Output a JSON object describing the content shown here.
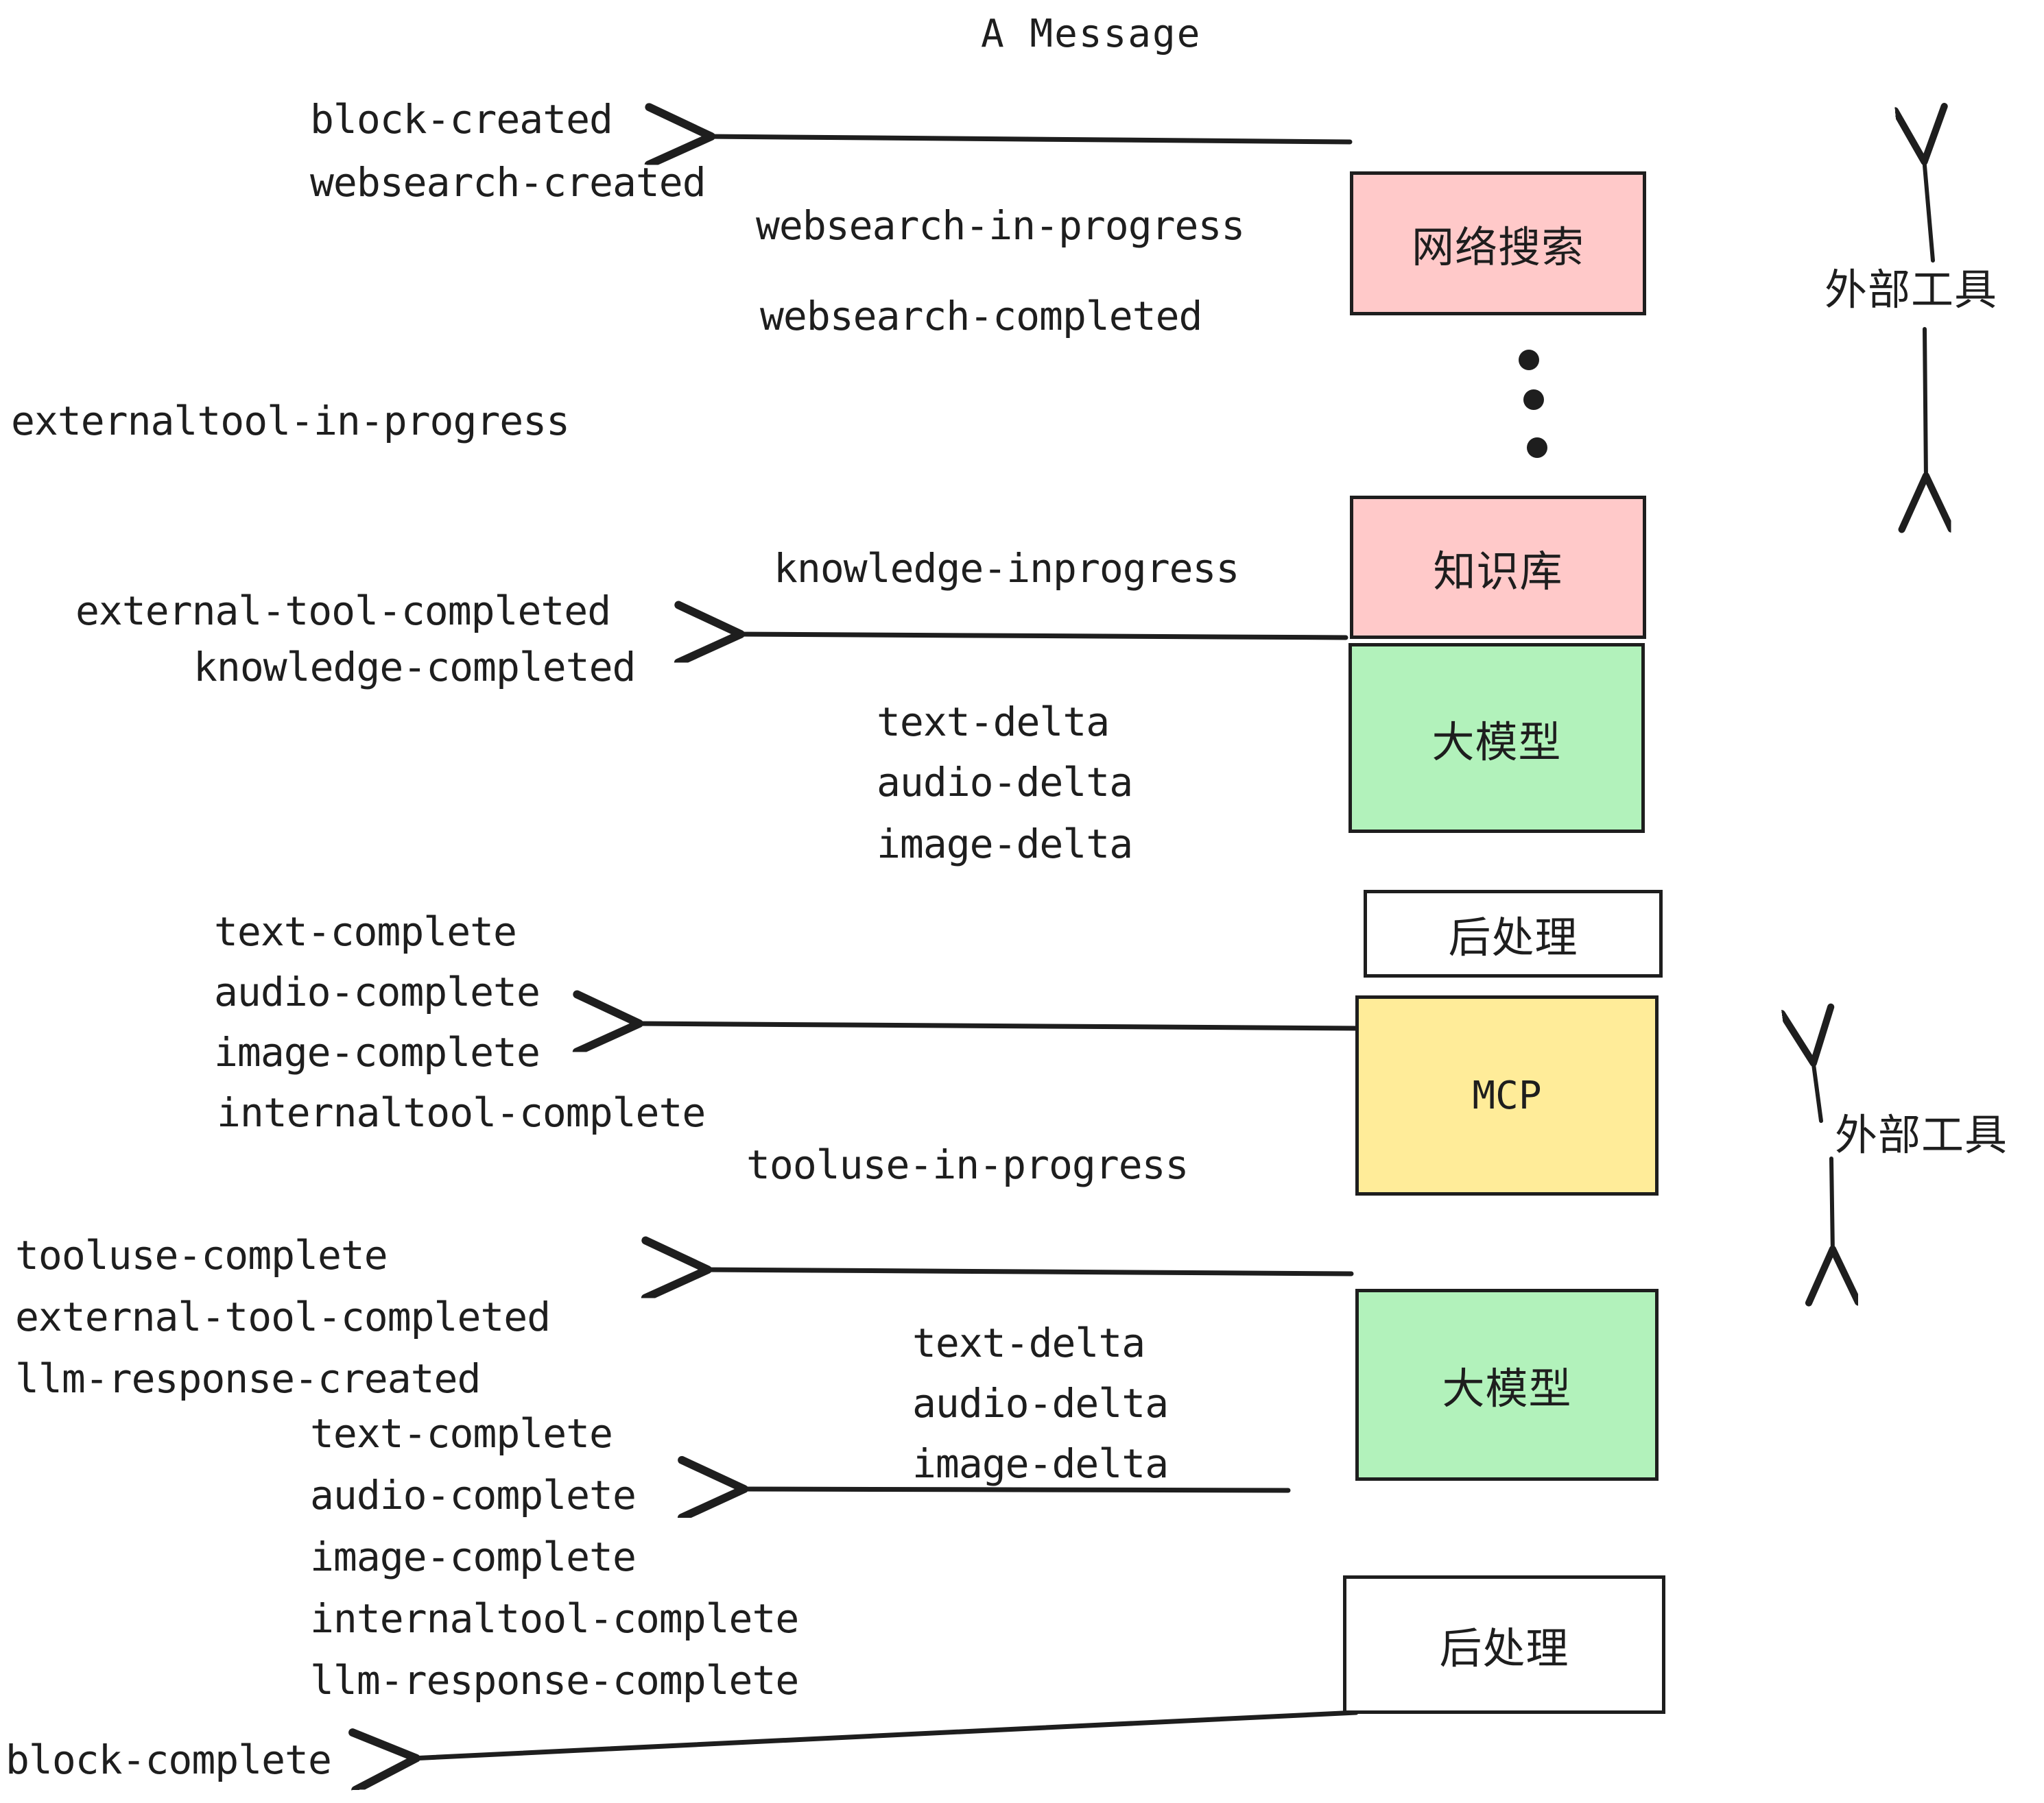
{
  "title": "A Message",
  "colors": {
    "stroke": "#1e1e1e",
    "pink": "#ffc9c9",
    "green": "#b2f2bb",
    "yellow": "#ffec99",
    "white": "#ffffff",
    "background": "#ffffff"
  },
  "boxes": [
    {
      "id": "websearch",
      "label": "网络搜索",
      "fill": "#ffc9c9"
    },
    {
      "id": "knowledge",
      "label": "知识库",
      "fill": "#ffc9c9"
    },
    {
      "id": "llm-top",
      "label": "大模型",
      "fill": "#b2f2bb"
    },
    {
      "id": "postprocess-top",
      "label": "后处理",
      "fill": "#ffffff"
    },
    {
      "id": "mcp",
      "label": "MCP",
      "fill": "#ffec99"
    },
    {
      "id": "llm-bottom",
      "label": "大模型",
      "fill": "#b2f2bb"
    },
    {
      "id": "postprocess-bottom",
      "label": "后处理",
      "fill": "#ffffff"
    }
  ],
  "side_labels": [
    {
      "id": "external-tool-top",
      "label": "外部工具"
    },
    {
      "id": "external-tool-bottom",
      "label": "外部工具"
    }
  ],
  "events": [
    {
      "id": "block-created",
      "text": "block-created"
    },
    {
      "id": "websearch-created",
      "text": "websearch-created"
    },
    {
      "id": "websearch-in-progress",
      "text": "websearch-in-progress"
    },
    {
      "id": "websearch-completed",
      "text": "websearch-completed"
    },
    {
      "id": "externaltool-in-progress",
      "text": "externaltool-in-progress"
    },
    {
      "id": "knowledge-inprogress",
      "text": "knowledge-inprogress"
    },
    {
      "id": "external-tool-completed-1",
      "text": "external-tool-completed"
    },
    {
      "id": "knowledge-completed",
      "text": "knowledge-completed"
    },
    {
      "id": "text-delta-1",
      "text": "text-delta"
    },
    {
      "id": "audio-delta-1",
      "text": "audio-delta"
    },
    {
      "id": "image-delta-1",
      "text": "image-delta"
    },
    {
      "id": "text-complete-1",
      "text": "text-complete"
    },
    {
      "id": "audio-complete-1",
      "text": "audio-complete"
    },
    {
      "id": "image-complete-1",
      "text": "image-complete"
    },
    {
      "id": "internaltool-complete-1",
      "text": "internaltool-complete"
    },
    {
      "id": "tooluse-in-progress",
      "text": "tooluse-in-progress"
    },
    {
      "id": "tooluse-complete",
      "text": "tooluse-complete"
    },
    {
      "id": "external-tool-completed-2",
      "text": "external-tool-completed"
    },
    {
      "id": "llm-response-created",
      "text": "llm-response-created"
    },
    {
      "id": "text-complete-2",
      "text": "text-complete"
    },
    {
      "id": "audio-complete-2",
      "text": "audio-complete"
    },
    {
      "id": "image-complete-2",
      "text": "image-complete"
    },
    {
      "id": "internaltool-complete-2",
      "text": "internaltool-complete"
    },
    {
      "id": "llm-response-complete",
      "text": "llm-response-complete"
    },
    {
      "id": "text-delta-2",
      "text": "text-delta"
    },
    {
      "id": "audio-delta-2",
      "text": "audio-delta"
    },
    {
      "id": "image-delta-2",
      "text": "image-delta"
    },
    {
      "id": "block-complete",
      "text": "block-complete"
    }
  ]
}
